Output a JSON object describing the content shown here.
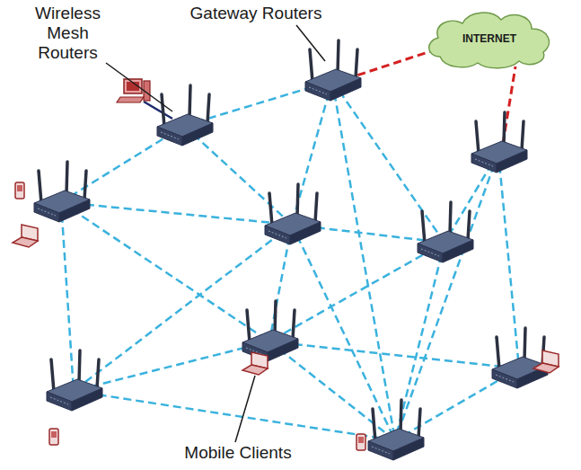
{
  "diagram": {
    "nodes": [
      {
        "text": [
          "INTERNET"
        ]
      }
    ],
    "labels": [
      "Wireless Mesh Routers",
      "Gateway Routers",
      "Mobile Clients"
    ]
  }
}
